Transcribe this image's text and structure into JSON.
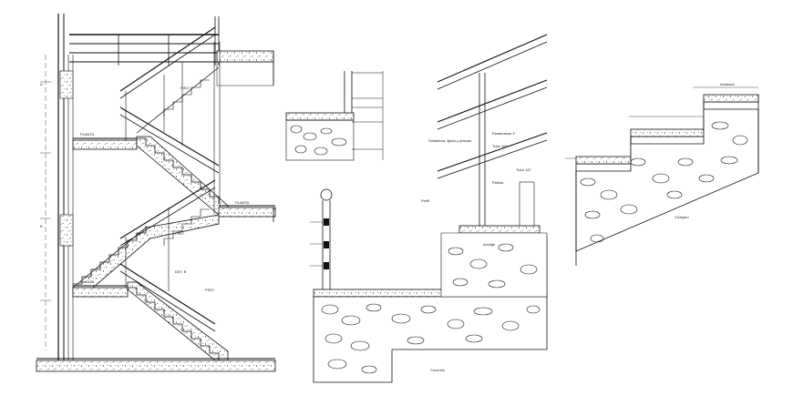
{
  "colors": {
    "ink": "#111111",
    "hatch": "#333333",
    "paper": "#ffffff"
  },
  "labels": {
    "landing_1": "PLANTA",
    "landing_2": "PLANTA",
    "landing_3": "PLANTA",
    "axis_a": "A",
    "axis_b": "B",
    "step_note_1": "PISO",
    "step_note_2": "PISO",
    "step_note_3": "PISO",
    "detail_ref": "DET. B",
    "rail_note_1": "Pasamanos 1\"",
    "rail_note_2": "Tubo 1/4\"",
    "rail_note_3": "Platina",
    "rail_note_4": "Tubo 1/4\"",
    "rail_note_5": "Soldadura, lijado y pintado",
    "rail_note_6": "Perfil",
    "anchor_note": "Anclaje",
    "anchor_note_2": "Concreto",
    "detail_note_1": "Ciclopeo",
    "detail_note_2": "Acabado"
  }
}
